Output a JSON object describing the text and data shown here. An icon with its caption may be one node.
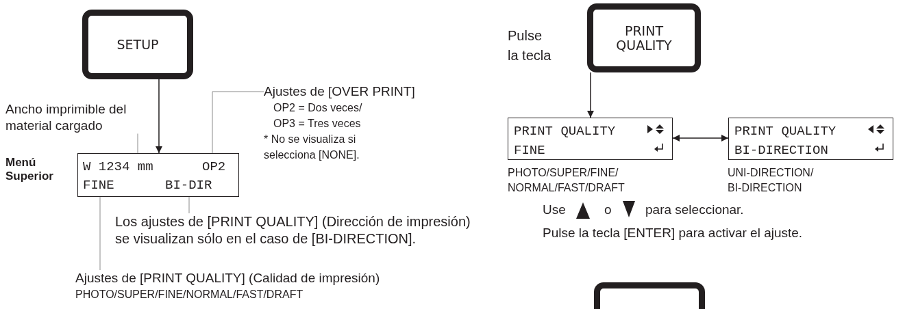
{
  "diagram": {
    "nodes": [
      {
        "text": [
          "SETUP"
        ]
      },
      {
        "text": [],
        "shape": "box",
        "beside": [
          "Menú Superior"
        ]
      },
      {
        "text": [
          "W 1234 mm"
        ],
        "in": 1
      },
      {
        "text": [
          "OP2"
        ],
        "in": 1
      },
      {
        "text": [
          "FINE"
        ],
        "in": 1
      },
      {
        "text": [
          "BI-DIR"
        ],
        "in": 1
      },
      {
        "text": [
          "Ancho imprimible del material cargado"
        ]
      },
      {
        "text": [
          "Ajustes de [OVER PRINT]",
          "OP2 = Dos veces/ OP3 = Tres veces",
          "* No se visualiza si selecciona [NONE]."
        ]
      },
      {
        "text": [
          "Los ajustes de [PRINT QUALITY] (Dirección de impresión) se visualizan sólo en el caso de [BI-DIRECTION]."
        ]
      },
      {
        "text": [
          "Ajustes de [PRINT QUALITY] (Calidad de impresión)",
          "PHOTO/SUPER/FINE/NORMAL/FAST/DRAFT"
        ]
      },
      {
        "text": [
          "PRINT QUALITY"
        ],
        "beside": [
          "Pulse la tecla"
        ]
      },
      {
        "text": [
          "PRINT QUALITY",
          "FINE"
        ],
        "beside": [
          "PHOTO/SUPER/FINE/ NORMAL/FAST/DRAFT"
        ]
      },
      {
        "text": [
          "PRINT QUALITY",
          "BI-DIRECTION"
        ],
        "beside": [
          "UNI-DIRECTION/ BI-DIRECTION"
        ]
      },
      {
        "text": [],
        "shape": "box"
      }
    ],
    "edges": [
      {
        "from": 0,
        "to": 1,
        "arrow": "to",
        "color": "#231f20"
      },
      {
        "from": 6,
        "to": 2,
        "arrow": "none"
      },
      {
        "from": 7,
        "to": 3,
        "arrow": "none"
      },
      {
        "from": 8,
        "to": 5,
        "arrow": "none"
      },
      {
        "from": 9,
        "to": 4,
        "arrow": "none"
      },
      {
        "from": 10,
        "to": 11,
        "arrow": "to",
        "color": "#231f20"
      },
      {
        "from": 11,
        "to": 12,
        "arrow": "both",
        "color": "#231f20"
      }
    ],
    "labels": [
      "Use",
      "o",
      "para seleccionar.",
      "Pulse la tecla [ENTER] para activar el ajuste."
    ]
  }
}
